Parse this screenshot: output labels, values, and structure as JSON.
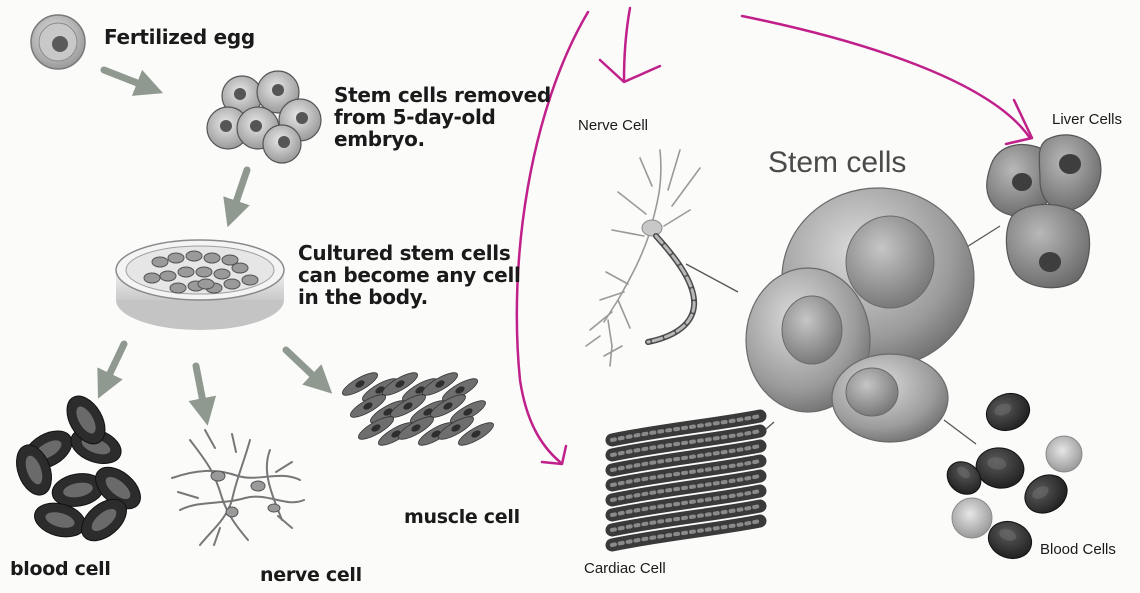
{
  "left_panel": {
    "fertilized_egg": "Fertilized egg",
    "stem_cells_removed": "Stem cells removed\nfrom 5-day-old\nembryo.",
    "cultured_stem_cells": "Cultured stem cells\ncan become any cell\nin the body.",
    "blood_cell": "blood cell",
    "nerve_cell": "nerve cell",
    "muscle_cell": "muscle cell"
  },
  "right_panel": {
    "title": "Stem cells",
    "nerve_cell": "Nerve Cell",
    "liver_cells": "Liver Cells",
    "cardiac_cell": "Cardiac Cell",
    "blood_cells": "Blood Cells"
  },
  "colors": {
    "arrow_gray": "#8f9990",
    "annotation_magenta": "#c0208a",
    "cell_gray": "#8a8a8a",
    "blood_dark": "#2c2c2c"
  }
}
